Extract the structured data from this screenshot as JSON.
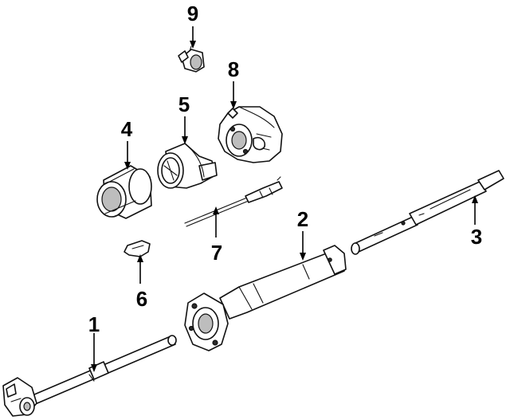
{
  "diagram": {
    "callouts": [
      {
        "id": "1",
        "label": "1"
      },
      {
        "id": "2",
        "label": "2"
      },
      {
        "id": "3",
        "label": "3"
      },
      {
        "id": "4",
        "label": "4"
      },
      {
        "id": "5",
        "label": "5"
      },
      {
        "id": "6",
        "label": "6"
      },
      {
        "id": "7",
        "label": "7"
      },
      {
        "id": "8",
        "label": "8"
      },
      {
        "id": "9",
        "label": "9"
      }
    ],
    "colors": {
      "ink": "#111111",
      "background": "#ffffff"
    }
  }
}
